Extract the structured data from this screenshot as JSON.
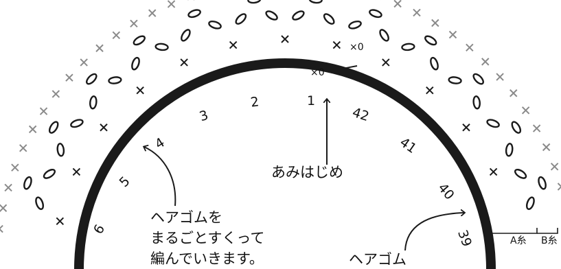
{
  "diagram": {
    "colors": {
      "band": "#1a1a1a",
      "chain": "#1a1a1a",
      "edging": "#8a8a8a",
      "background": "#ffffff"
    },
    "stitch_numbers": [
      "1",
      "2",
      "3",
      "4",
      "5",
      "6",
      "42",
      "41",
      "40",
      "39"
    ],
    "start_stitch_symbol": "×0",
    "top_stitch_symbol": "×0",
    "start_label": "あみはじめ",
    "hair_band_note": [
      "ヘアゴムを",
      "まるごとすくって",
      "編んでいきます。"
    ],
    "hair_band_label": "ヘアゴム",
    "yarn_a_label": "A糸",
    "yarn_b_label": "B糸"
  }
}
